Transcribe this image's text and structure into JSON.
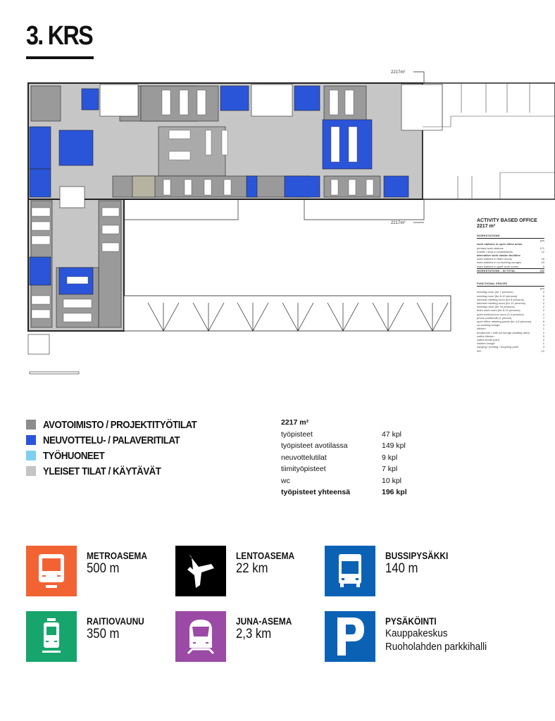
{
  "title": "3. KRS",
  "plan": {
    "area_label_top": "2217m²",
    "area_label_bottom": "2217m²"
  },
  "activity_based_office": {
    "title": "ACTIVITY BASED OFFICE",
    "area": "2217 m²",
    "workstations_header": "WORKSTATIONS",
    "unit": "pcs",
    "workstations": [
      {
        "label": "work stations in open office areas",
        "value": "",
        "bold": true
      },
      {
        "label": "primary work stations",
        "value": "171"
      },
      {
        "label": "mobile / drop-in workstations",
        "value": "12"
      },
      {
        "label": "alternative work station facilities",
        "value": "",
        "bold": true
      },
      {
        "label": "work stations in team rooms",
        "value": "16"
      },
      {
        "label": "work stations in co-working lounges",
        "value": "24"
      },
      {
        "label": "work stations in quiet work rooms",
        "value": "9"
      }
    ],
    "workstations_total": {
      "label": "WORKSTATIONS – IN TOTAL",
      "value": "232"
    },
    "functional_header": "FUNCTIONAL SPACES",
    "functional": [
      {
        "label": "meeting room (for 7 persons)",
        "value": "2"
      },
      {
        "label": "meeting room (for 8-10 persons)",
        "value": "6"
      },
      {
        "label": "informal meeting room (for 8 persons)",
        "value": "2"
      },
      {
        "label": "informal meeting room (for 12 persons)",
        "value": "2"
      },
      {
        "label": "meeting room (for 16 persons)",
        "value": "2"
      },
      {
        "label": "team work room (for 8-10 persons)",
        "value": "2"
      },
      {
        "label": "quiet work/ad-hoc room (1-4 persons)",
        "value": "2"
      },
      {
        "label": "phone pod/booth (1 person)",
        "value": "7"
      },
      {
        "label": "open office meeting points (for 4-6 persons)",
        "value": "5"
      },
      {
        "label": "co-working lounge",
        "value": "4"
      },
      {
        "label": "kitchen",
        "value": "1"
      },
      {
        "label": "breakroom / chill out lounge (seating area)",
        "value": "2"
      },
      {
        "label": "coffee kitchen",
        "value": "5"
      },
      {
        "label": "coffee break point",
        "value": "2"
      },
      {
        "label": "visitors lounge",
        "value": "1"
      },
      {
        "label": "copying / printing / recycling point",
        "value": "3"
      },
      {
        "label": "WC",
        "value": "12"
      }
    ]
  },
  "legend": [
    {
      "label": "AVOTOIMISTO / PROJEKTITYÖTILAT",
      "color": "#8c8c8c"
    },
    {
      "label": "NEUVOTTELU- / PALAVERITILAT",
      "color": "#2b55d9"
    },
    {
      "label": "TYÖHUONEET",
      "color": "#7fd0f0"
    },
    {
      "label": "YLEISET TILAT / KÄYTÄVÄT",
      "color": "#c4c4c4"
    }
  ],
  "stats": {
    "area": "2217 m²",
    "rows": [
      {
        "label": "työpisteet",
        "value": "47 kpl"
      },
      {
        "label": "työpisteet avotilassa",
        "value": "149 kpl"
      },
      {
        "label": "neuvottelutilat",
        "value": "9 kpl"
      },
      {
        "label": "tiimityöpisteet",
        "value": "7 kpl"
      },
      {
        "label": "wc",
        "value": "10 kpl"
      }
    ],
    "total": {
      "label": "työpisteet  yhteensä",
      "value": "196 kpl"
    }
  },
  "transport": [
    {
      "name": "METROASEMA",
      "value": "500 m",
      "icon": "metro-icon",
      "color": "#f26334"
    },
    {
      "name": "LENTOASEMA",
      "value": "22 km",
      "icon": "airplane-icon",
      "color": "#000000"
    },
    {
      "name": "BUSSIPYSÄKKI",
      "value": "140 m",
      "icon": "bus-icon",
      "color": "#0b62b5"
    },
    {
      "name": "RAITIOVAUNU",
      "value": "350 m",
      "icon": "tram-icon",
      "color": "#18a56d"
    },
    {
      "name": "JUNA-ASEMA",
      "value": "2,3 km",
      "icon": "train-icon",
      "color": "#9b4aa6"
    },
    {
      "name": "PYSÄKÖINTI",
      "value_line1": "Kauppakeskus",
      "value_line2": "Ruoholahden parkkihalli",
      "icon": "parking-icon",
      "color": "#0b62b5"
    }
  ]
}
